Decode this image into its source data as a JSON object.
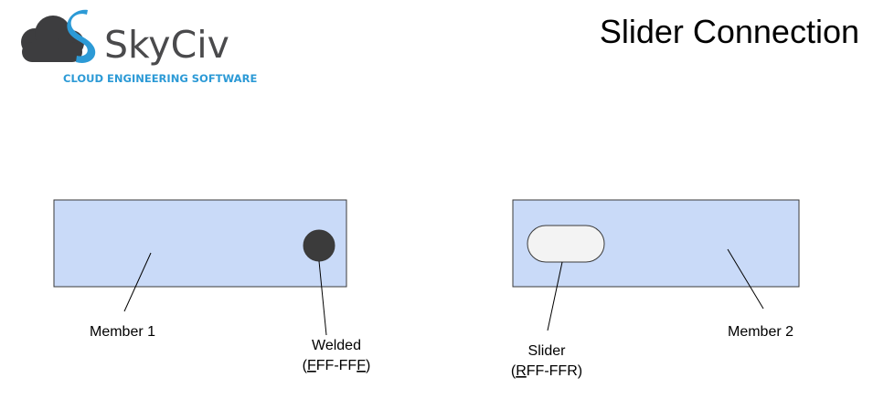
{
  "brand": {
    "name": "SkyCiv",
    "tagline": "CLOUD ENGINEERING SOFTWARE",
    "colors": {
      "cloud": "#3d3d3f",
      "accent": "#2c9ad6",
      "name": "#4a4a4c",
      "tagline": "#2c9ad6"
    }
  },
  "title": "Slider Connection",
  "colors": {
    "member_fill": "#c9daf8",
    "member_stroke": "#3a3a3a",
    "weld_fill": "#3b3b3b",
    "slot_fill": "#f3f3f3",
    "label": "#000000"
  },
  "diagram": {
    "member1_label": "Member 1",
    "member2_label": "Member 2",
    "welded": {
      "label": "Welded",
      "code_open": "(",
      "code_u1": "F",
      "code_mid": "FF-FF",
      "code_u2": "F",
      "code_close": ")"
    },
    "slider": {
      "label": "Slider",
      "code_open": "(",
      "code_u1": "R",
      "code_rest": "FF-FFR)"
    }
  }
}
